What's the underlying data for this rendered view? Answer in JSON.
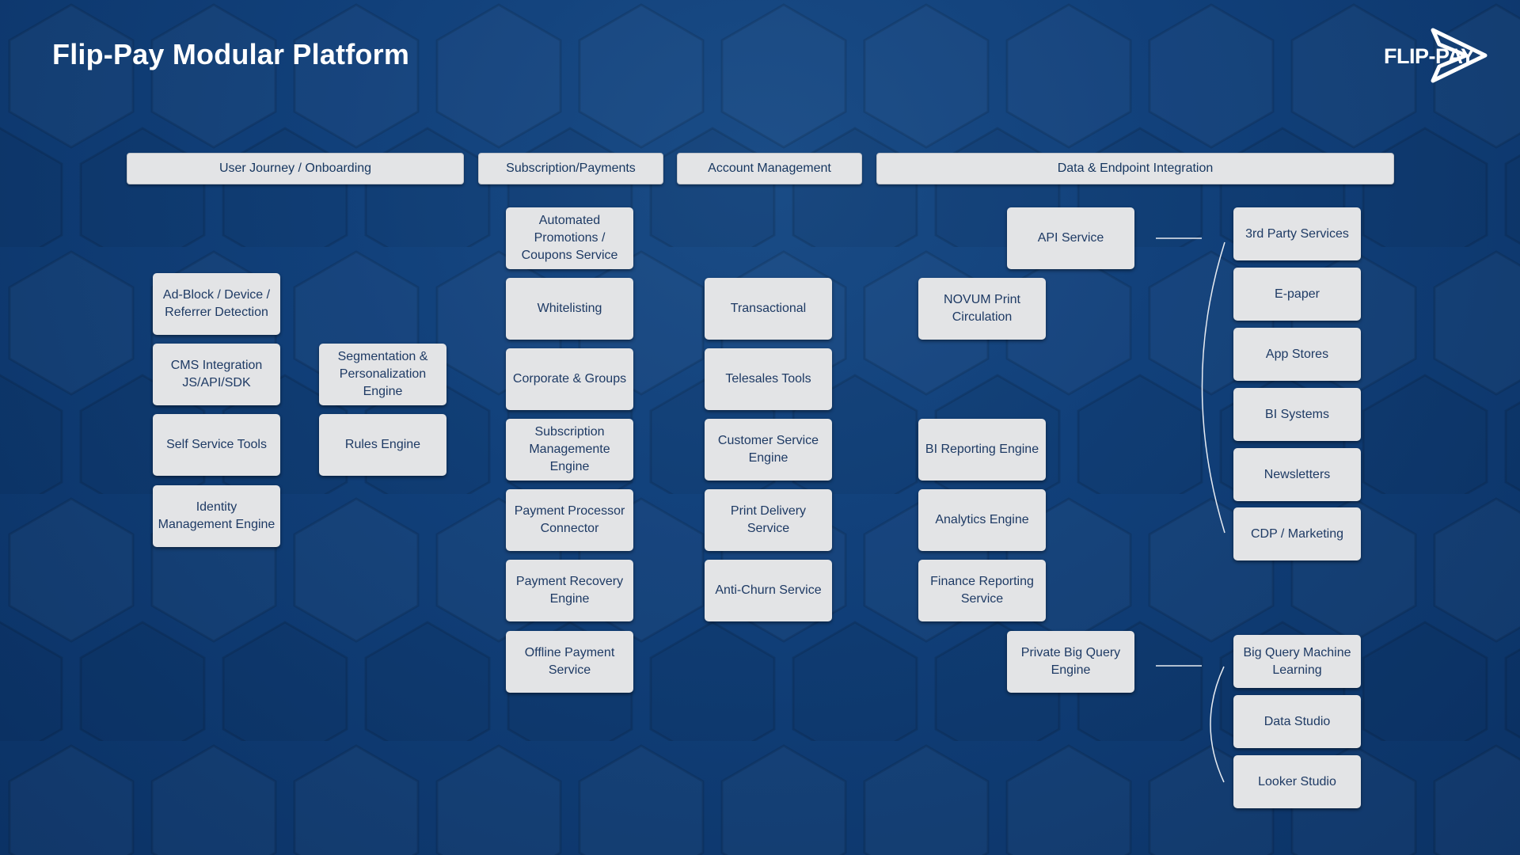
{
  "title": "Flip-Pay Modular Platform",
  "logo": {
    "text": "FLIP-PAY"
  },
  "colors": {
    "background": "#0f3b6e",
    "box": "#e3e4e6",
    "text": "#1e3a64",
    "connector": "#ffffff"
  },
  "headers": {
    "user_journey": "User Journey / Onboarding",
    "subscription": "Subscription/Payments",
    "account": "Account Management",
    "data": "Data & Endpoint Integration"
  },
  "user_journey": {
    "adblock": "Ad-Block / Device / Referrer Detection",
    "cms": "CMS Integration JS/API/SDK",
    "self_service": "Self Service Tools",
    "identity": "Identity Management Engine",
    "segmentation": "Segmentation & Personalization Engine",
    "rules": "Rules Engine"
  },
  "subscription": {
    "promotions": "Automated Promotions / Coupons Service",
    "whitelisting": "Whitelisting",
    "corporate": "Corporate & Groups",
    "sub_mgmt": "Subscription Managemente Engine",
    "processor": "Payment Processor Connector",
    "recovery": "Payment Recovery Engine",
    "offline": "Offline Payment Service"
  },
  "account": {
    "transactional": "Transactional",
    "telesales": "Telesales Tools",
    "customer_service": "Customer Service Engine",
    "print_delivery": "Print Delivery Service",
    "anti_churn": "Anti-Churn Service"
  },
  "data": {
    "api": "API Service",
    "novum": "NOVUM Print Circulation",
    "bi_reporting": "BI Reporting Engine",
    "analytics": "Analytics Engine",
    "finance": "Finance Reporting Service",
    "bigquery": "Private Big Query Engine"
  },
  "api_targets": {
    "third_party": "3rd Party Services",
    "epaper": "E-paper",
    "app_stores": "App Stores",
    "bi_systems": "BI Systems",
    "newsletters": "Newsletters",
    "cdp": "CDP / Marketing"
  },
  "bigquery_targets": {
    "ml": "Big Query Machine Learning",
    "data_studio": "Data Studio",
    "looker": "Looker Studio"
  }
}
